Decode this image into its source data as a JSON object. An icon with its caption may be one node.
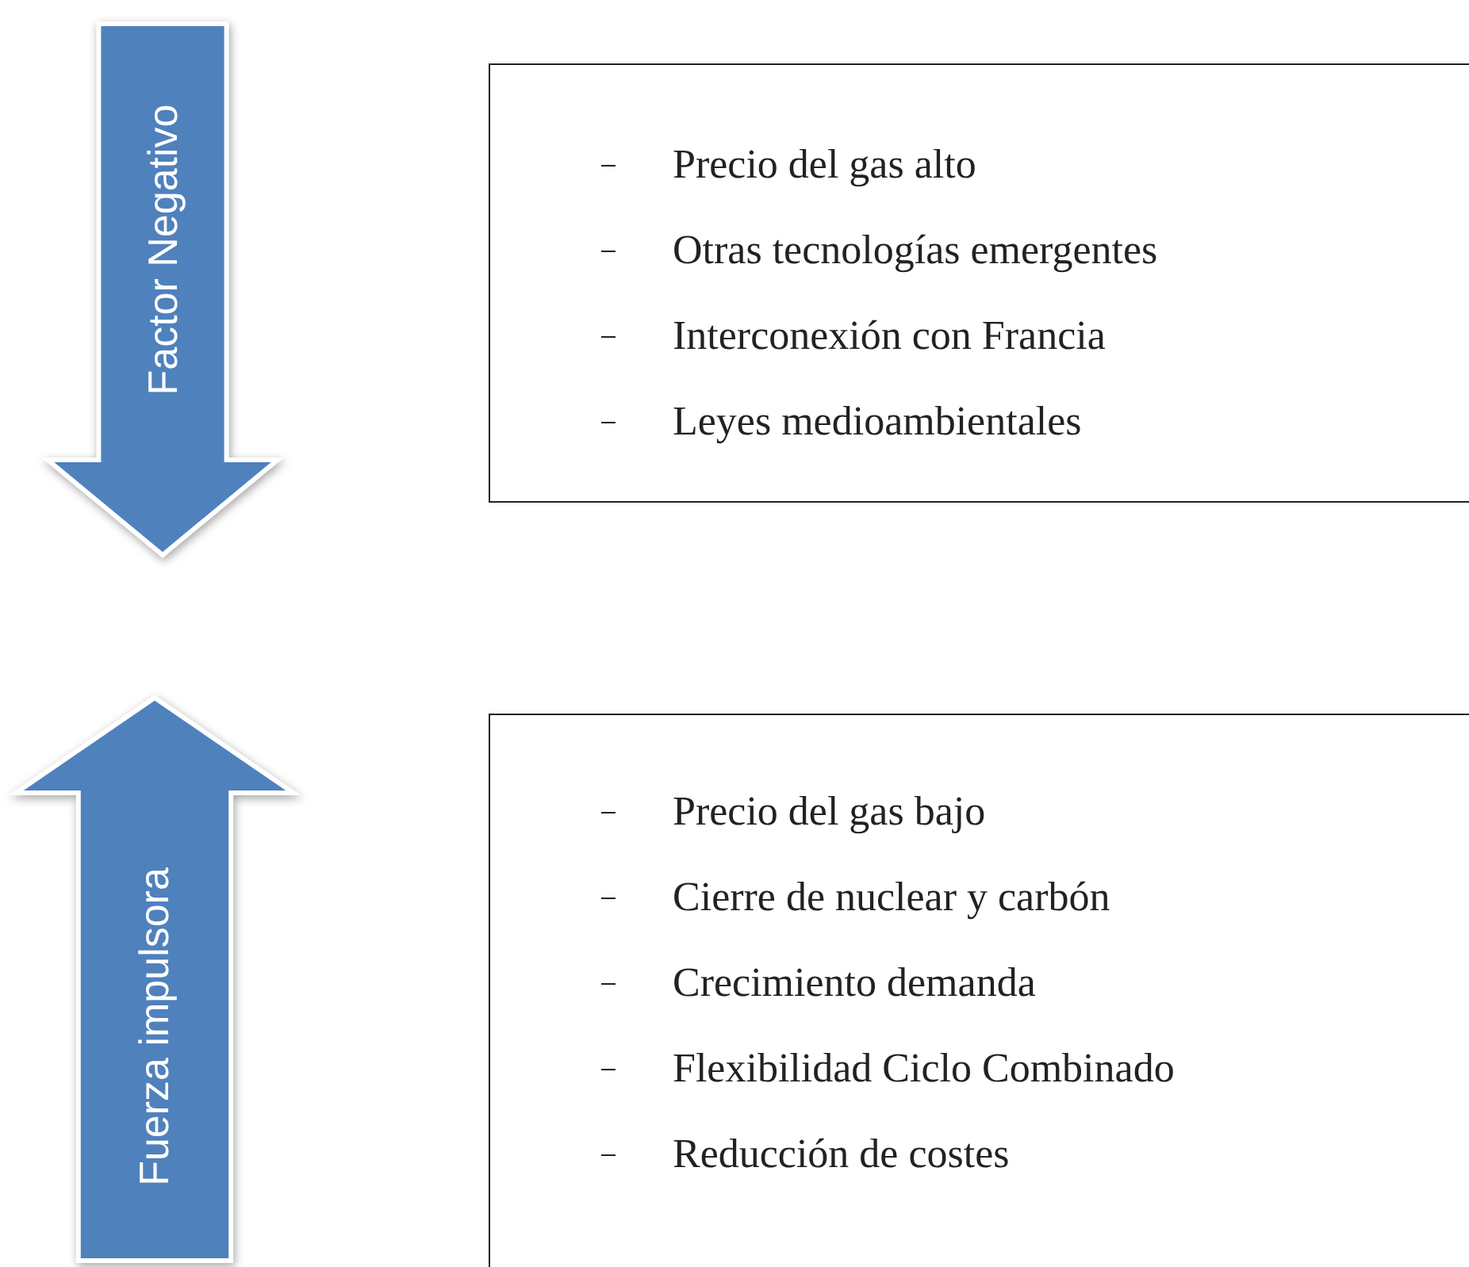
{
  "diagram": {
    "nodes": [
      {
        "text": [
          "Factor Negativo"
        ]
      },
      {
        "text": [
          "Precio del gas alto",
          "Otras tecnologías emergentes",
          "Interconexión con Francia",
          "Leyes medioambientales"
        ]
      },
      {
        "text": [
          "Fuerza impulsora"
        ]
      },
      {
        "text": [
          "Precio del gas bajo",
          "Cierre de nuclear y carbón",
          "Crecimiento demanda",
          "Flexibilidad Ciclo Combinado",
          "Reducción de costes"
        ]
      }
    ]
  }
}
